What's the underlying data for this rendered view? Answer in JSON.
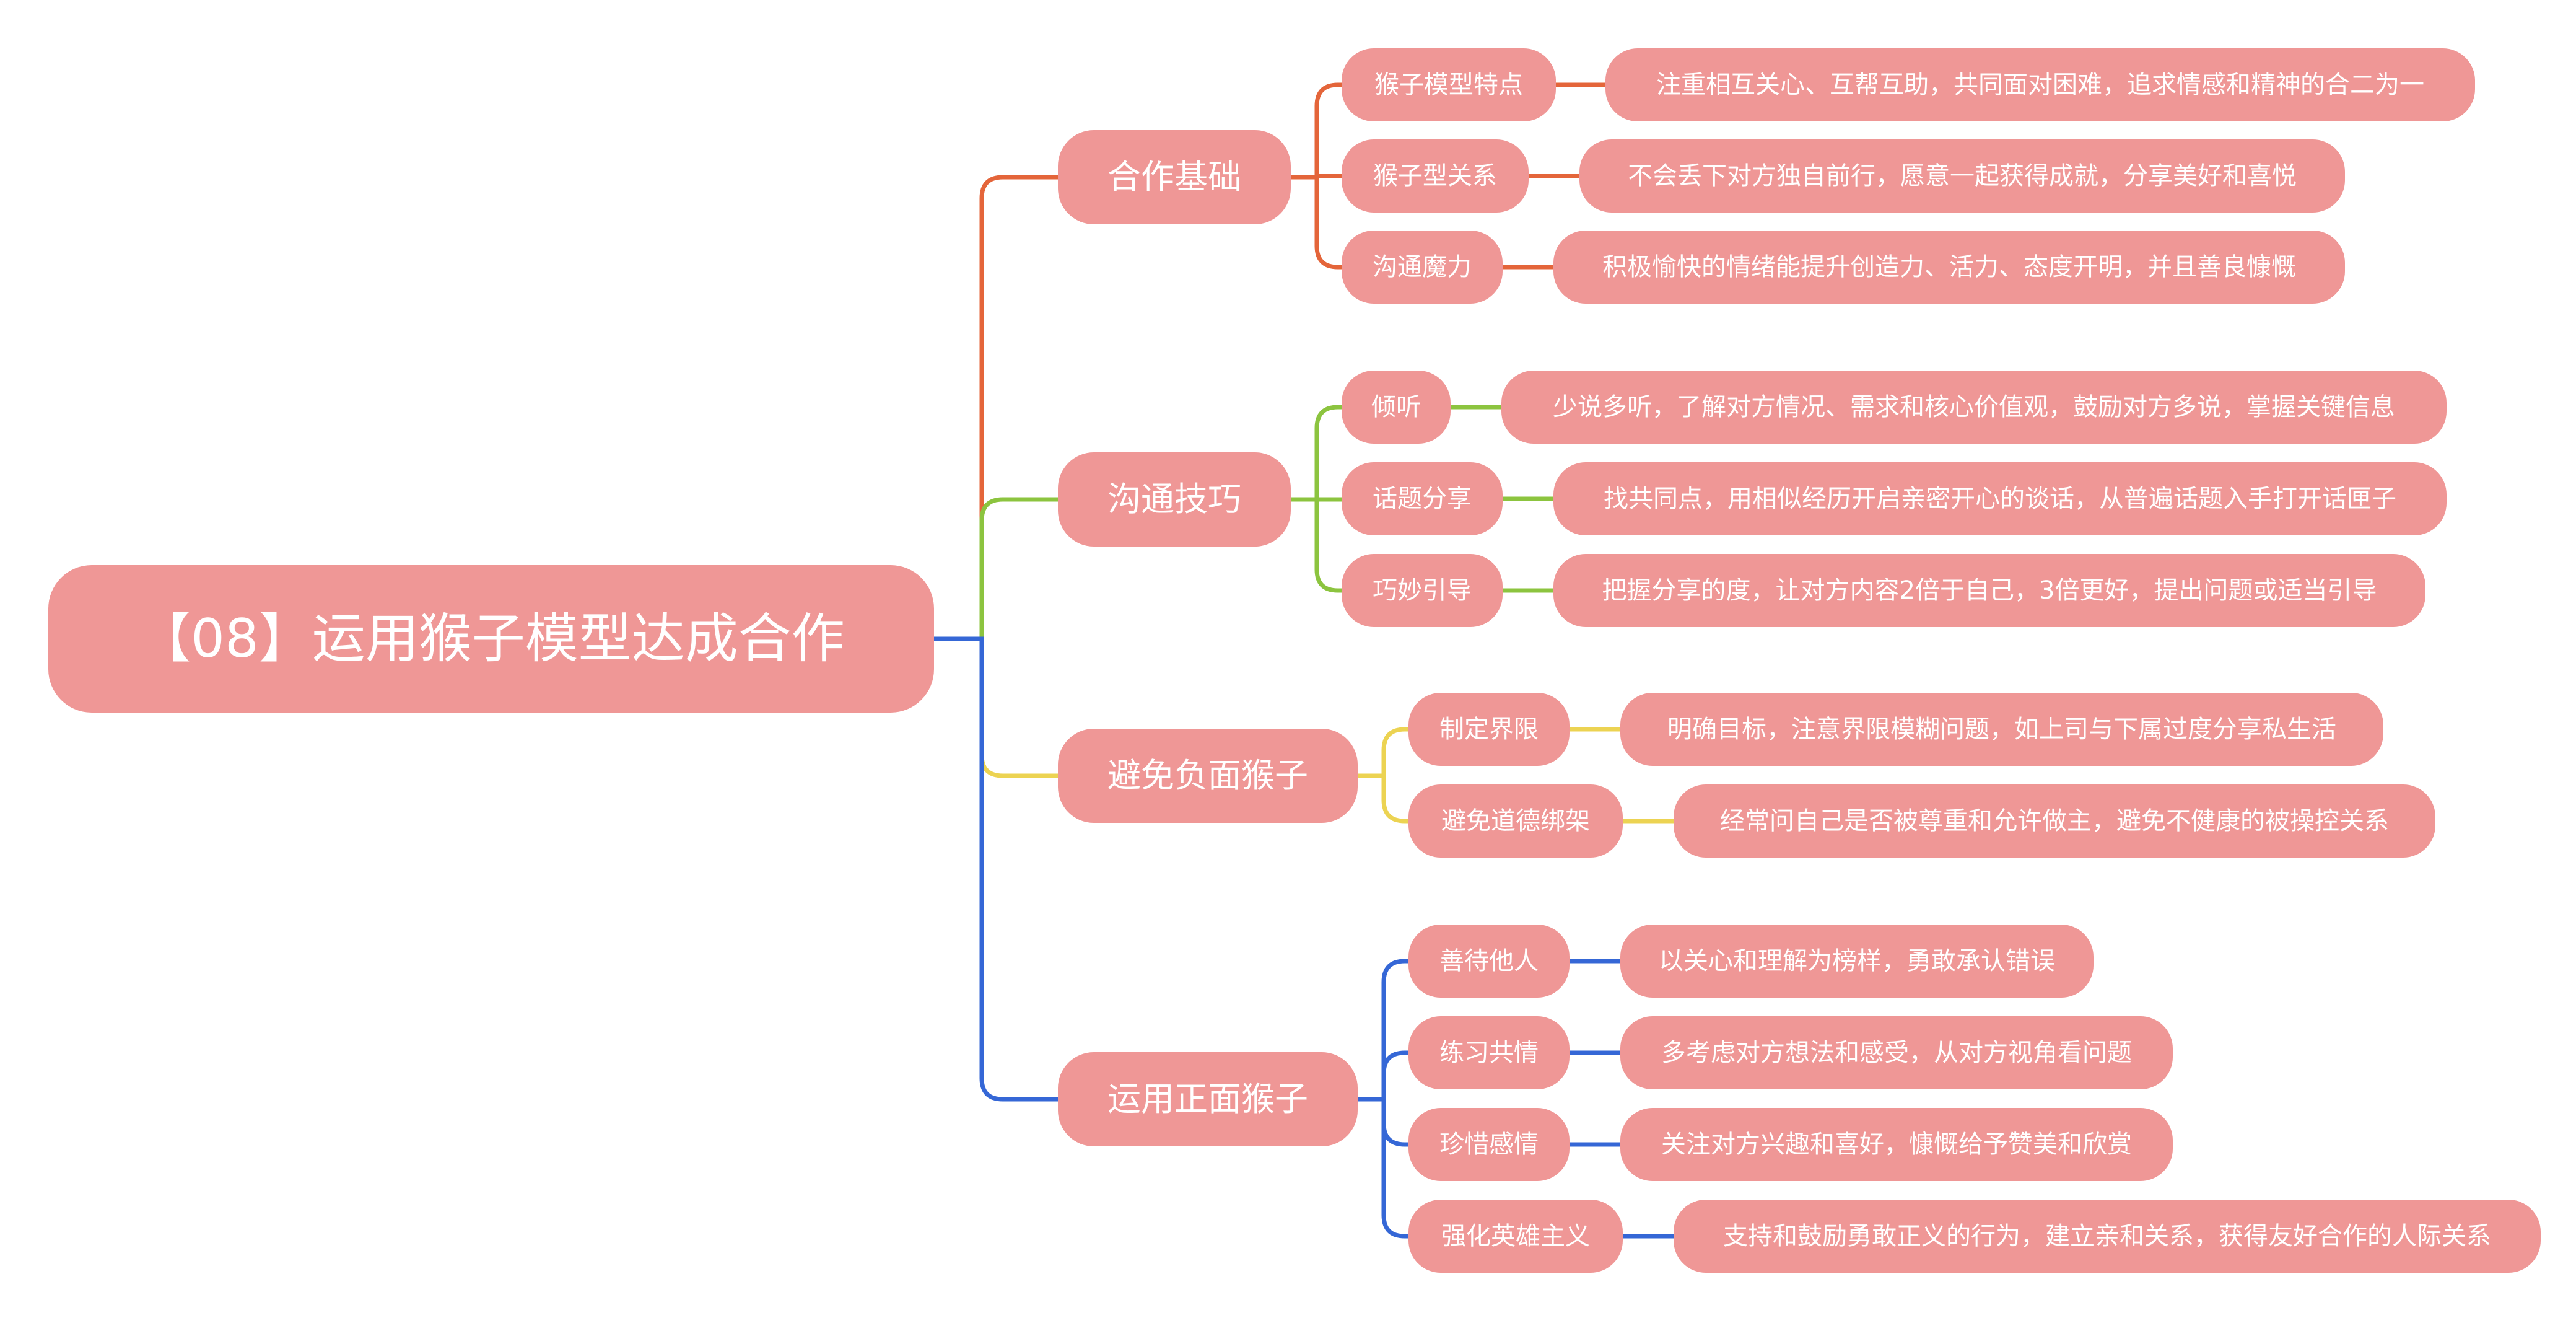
{
  "root": {
    "label": "【08】运用猴子模型达成合作"
  },
  "branches": [
    {
      "label": "合作基础",
      "color": "#e4653a",
      "items": [
        {
          "label": "猴子模型特点",
          "detail": "注重相互关心、互帮互助，共同面对困难，追求情感和精神的合二为一"
        },
        {
          "label": "猴子型关系",
          "detail": "不会丢下对方独自前行，愿意一起获得成就，分享美好和喜悦"
        },
        {
          "label": "沟通魔力",
          "detail": "积极愉快的情绪能提升创造力、活力、态度开明，并且善良慷慨"
        }
      ]
    },
    {
      "label": "沟通技巧",
      "color": "#8cc43f",
      "items": [
        {
          "label": "倾听",
          "detail": "少说多听，了解对方情况、需求和核心价值观，鼓励对方多说，掌握关键信息"
        },
        {
          "label": "话题分享",
          "detail": "找共同点，用相似经历开启亲密开心的谈话，从普遍话题入手打开话匣子"
        },
        {
          "label": "巧妙引导",
          "detail": "把握分享的度，让对方内容2倍于自己，3倍更好，提出问题或适当引导"
        }
      ]
    },
    {
      "label": "避免负面猴子",
      "color": "#ecd352",
      "items": [
        {
          "label": "制定界限",
          "detail": "明确目标，注意界限模糊问题，如上司与下属过度分享私生活"
        },
        {
          "label": "避免道德绑架",
          "detail": "经常问自己是否被尊重和允许做主，避免不健康的被操控关系"
        }
      ]
    },
    {
      "label": "运用正面猴子",
      "color": "#3567d6",
      "items": [
        {
          "label": "善待他人",
          "detail": "以关心和理解为榜样，勇敢承认错误"
        },
        {
          "label": "练习共情",
          "detail": "多考虑对方想法和感受，从对方视角看问题"
        },
        {
          "label": "珍惜感情",
          "detail": "关注对方兴趣和喜好，慷慨给予赞美和欣赏"
        },
        {
          "label": "强化英雄主义",
          "detail": "支持和鼓励勇敢正义的行为，建立亲和关系，获得友好合作的人际关系"
        }
      ]
    }
  ]
}
